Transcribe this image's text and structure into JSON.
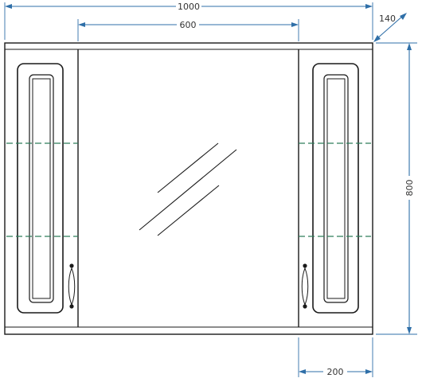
{
  "dimensions": {
    "overall_width": "1000",
    "mirror_width": "600",
    "depth": "140",
    "height": "800",
    "side_cabinet_width": "200"
  },
  "colors": {
    "dimension_lines": "#2f6fa8",
    "shelf_lines": "#2e7d5b",
    "outline": "#1a1a1a"
  }
}
